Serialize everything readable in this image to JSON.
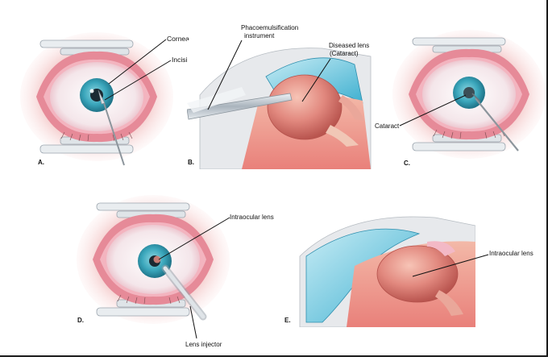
{
  "panels": [
    {
      "letter": "A.",
      "labels": [
        "Cornea",
        "Incision"
      ]
    },
    {
      "letter": "B.",
      "labels": [
        "Phacoemulsification",
        "instrument",
        "Diseased lens",
        "(Cataract)"
      ]
    },
    {
      "letter": "C.",
      "labels": [
        "Cataract"
      ]
    },
    {
      "letter": "D.",
      "labels": [
        "Intraocular lens",
        "Lens injector"
      ]
    },
    {
      "letter": "E.",
      "labels": [
        "Intraocular lens"
      ]
    }
  ],
  "colors": {
    "skin": "#f6d3d3",
    "lid": "#e68a98",
    "sclera": "#f7eef0",
    "iris": "#4fb8c9",
    "pupil": "#1b2a33",
    "cornea": "#5ec1dc",
    "lens": "#e2897f",
    "tool": "#c8cfd6"
  }
}
